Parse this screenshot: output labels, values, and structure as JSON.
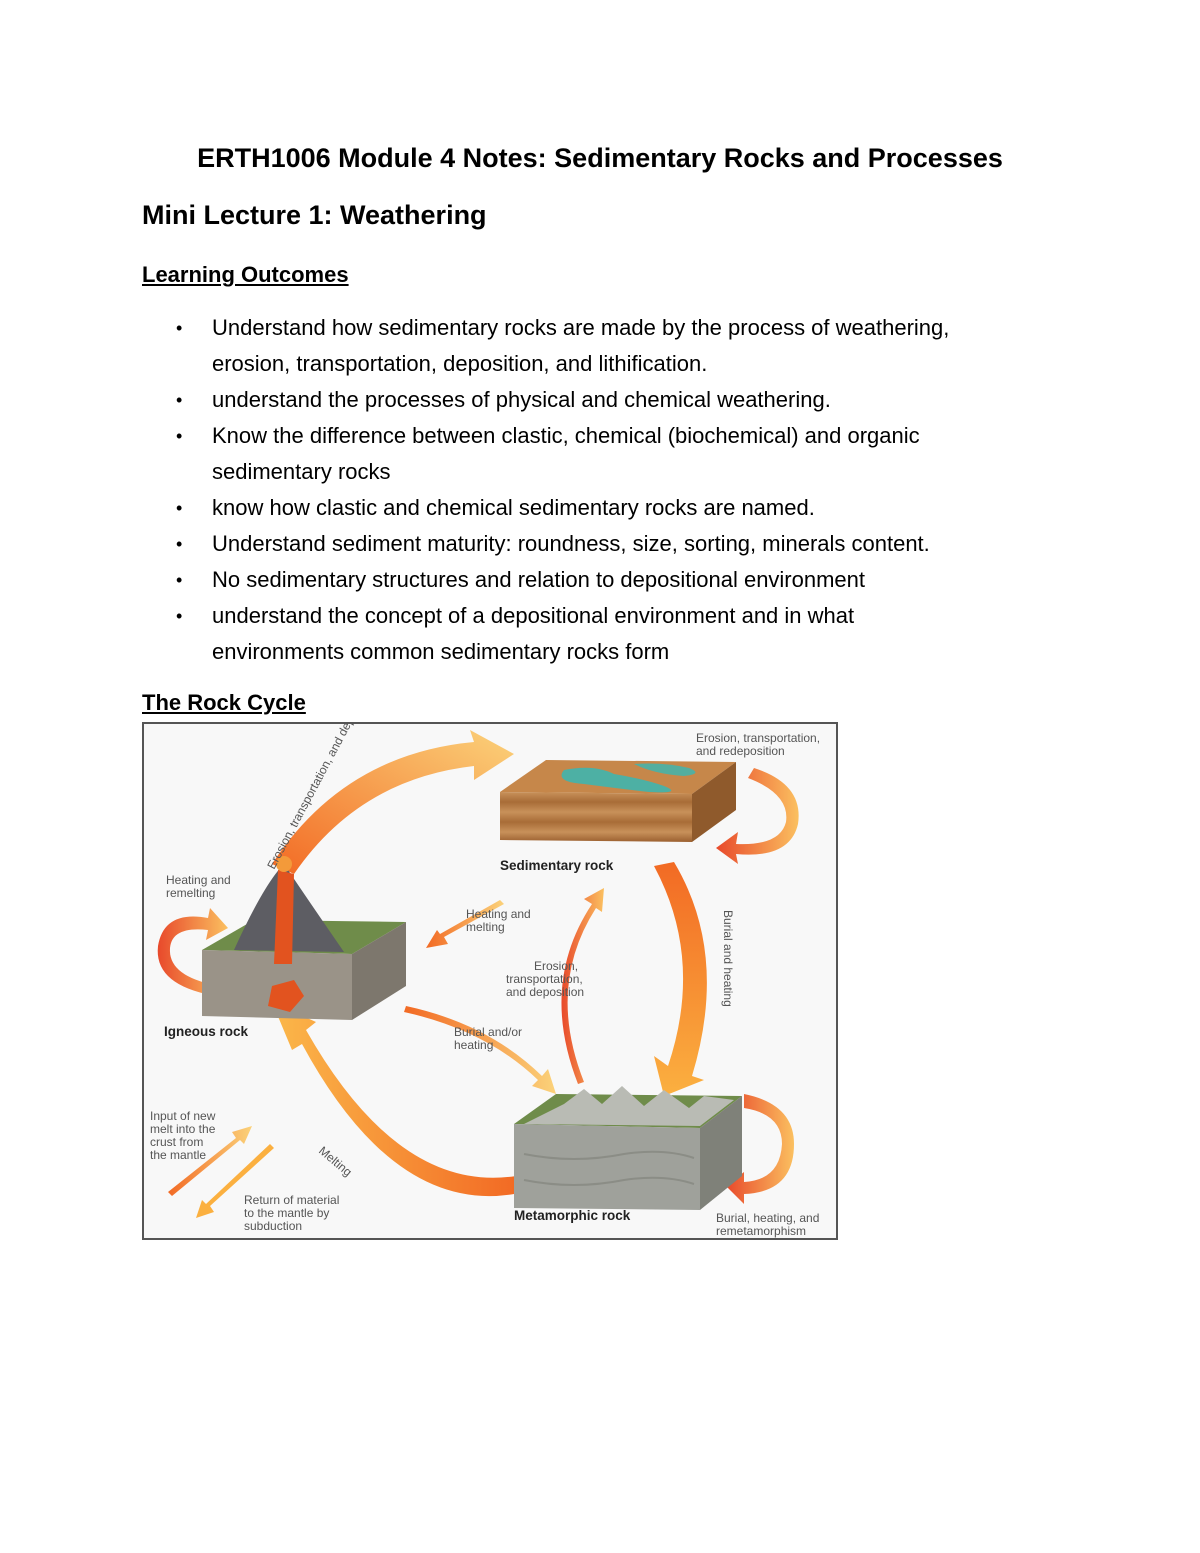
{
  "document": {
    "title": "ERTH1006 Module 4 Notes: Sedimentary Rocks and Processes",
    "mini_lecture_heading": "Mini Lecture 1: Weathering",
    "learning_outcomes_heading": "Learning Outcomes",
    "learning_outcomes": [
      [
        "Understand how sedimentary rocks are made by the process of weathering,",
        "erosion, transportation, deposition, and lithification."
      ],
      [
        "understand the processes of physical and chemical weathering."
      ],
      [
        "Know the difference between clastic, chemical (biochemical) and organic",
        "sedimentary rocks"
      ],
      [
        "know how clastic and chemical sedimentary rocks are named."
      ],
      [
        "Understand sediment maturity: roundness, size, sorting, minerals content."
      ],
      [
        "No sedimentary structures and relation to depositional environment"
      ],
      [
        "understand the concept of a depositional environment and in what",
        "environments common sedimentary rocks form"
      ]
    ],
    "rock_cycle_heading": "The Rock Cycle",
    "bullet_glyph": "•"
  },
  "figure": {
    "rocks": {
      "sedimentary": "Sedimentary rock",
      "igneous": "Igneous rock",
      "metamorphic": "Metamorphic rock"
    },
    "labels": {
      "top_arc": "Erosion, transportation, and deposition",
      "sed_loop_1": "Erosion, transportation,",
      "sed_loop_2": "and redeposition",
      "ign_loop_1": "Heating and",
      "ign_loop_2": "remelting",
      "heat_melt_1": "Heating and",
      "heat_melt_2": "melting",
      "mid_etd_1": "Erosion,",
      "mid_etd_2": "transportation,",
      "mid_etd_3": "and deposition",
      "burial_heating": "Burial and heating",
      "burial_or_1": "Burial and/or",
      "burial_or_2": "heating",
      "melting": "Melting",
      "input_1": "Input of new",
      "input_2": "melt into the",
      "input_3": "crust from",
      "input_4": "the mantle",
      "return_1": "Return of material",
      "return_2": "to the mantle by",
      "return_3": "subduction",
      "meta_loop_1": "Burial, heating, and",
      "meta_loop_2": "remetamorphism"
    },
    "colors": {
      "arrow_light": "#fbd27a",
      "arrow_dark": "#f26a24",
      "loop_red": "#e8492b",
      "water": "#3fb5ae",
      "sed_top": "#c6874a",
      "sed_layers": "#b7793f",
      "igneous_rock": "#9a9388",
      "lava": "#e2531f",
      "meta_rock": "#9fa19b",
      "vegetation": "#6f8c4a"
    }
  }
}
